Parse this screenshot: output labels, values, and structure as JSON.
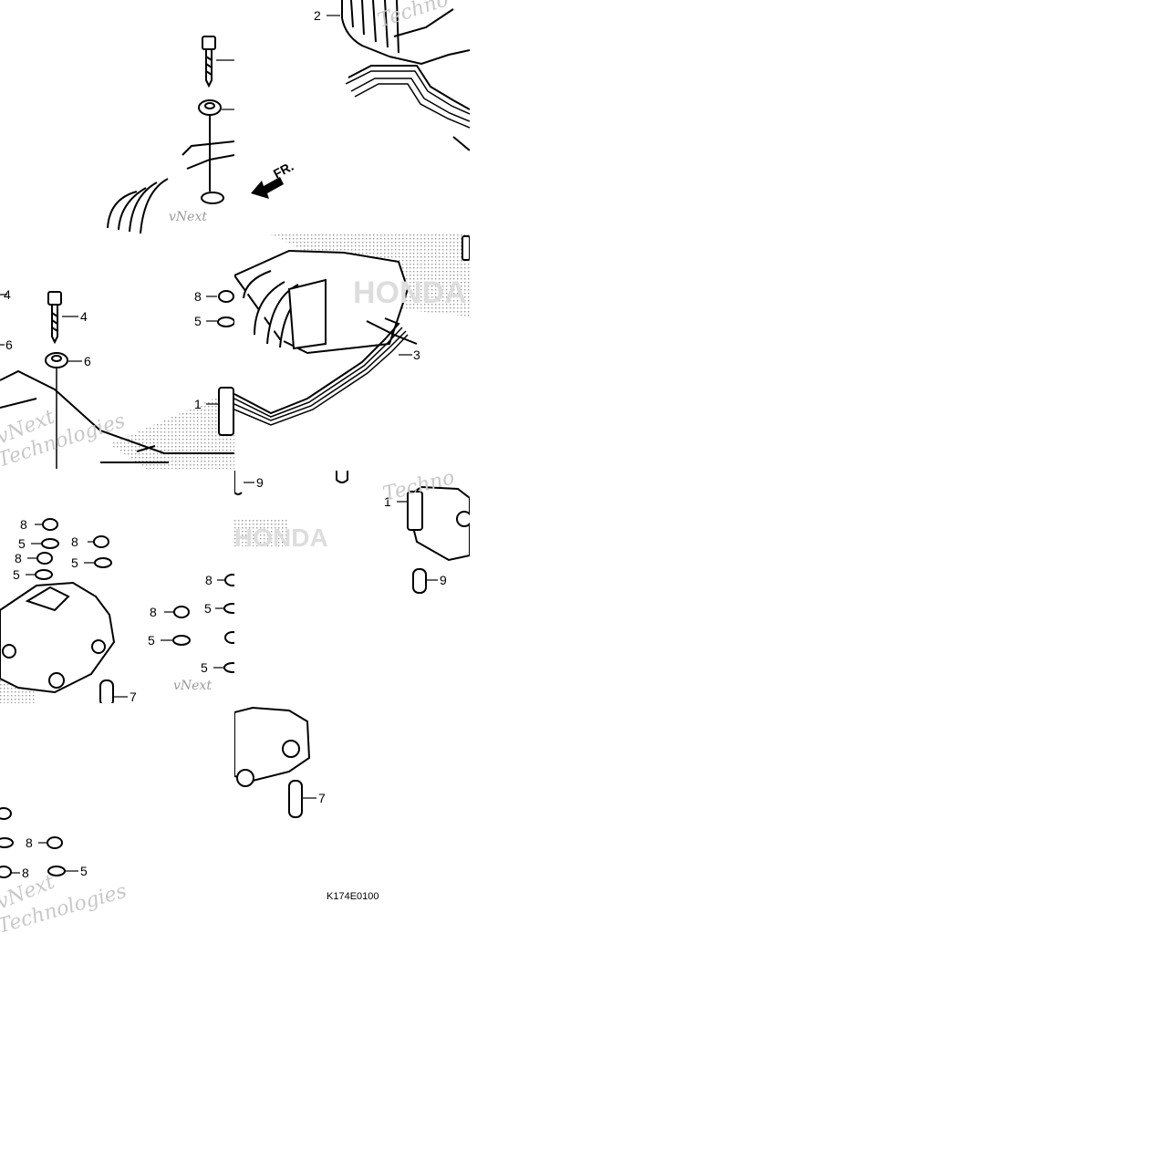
{
  "diagram": {
    "direction_label": "FR.",
    "diagram_code": "K174E0100",
    "watermark_words": [
      "vNext",
      "Technologies",
      "Techno"
    ],
    "brand_fragment": "HONDA",
    "callouts": {
      "t1": [
        "2"
      ],
      "t2": [
        "4",
        "6"
      ],
      "t3": [
        "4",
        "6",
        "8",
        "5",
        "1",
        "9"
      ],
      "t4": [
        "3"
      ],
      "t5": [
        "8",
        "5",
        "8",
        "5",
        "8",
        "5",
        "8",
        "5",
        "8",
        "5",
        "5",
        "5",
        "7"
      ],
      "t6": [
        "9",
        "1",
        "9"
      ],
      "t7": [
        "8",
        "8",
        "8",
        "5",
        "8"
      ],
      "t8": [
        "7"
      ]
    }
  }
}
